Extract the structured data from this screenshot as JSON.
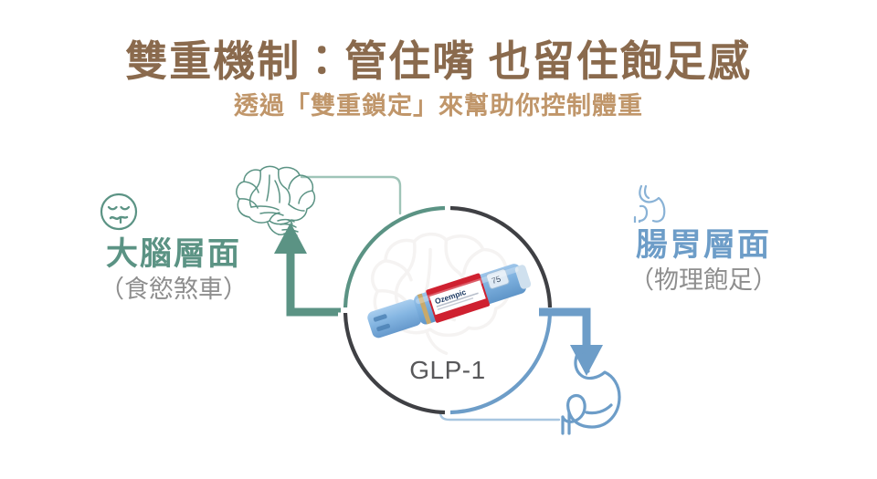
{
  "header": {
    "title": "雙重機制：管住嘴 也留住飽足感",
    "subtitle": "透過「雙重鎖定」來幫助你控制體重"
  },
  "center": {
    "label": "GLP-1",
    "product_name": "Ozempic",
    "product_dose": "75"
  },
  "sides": [
    {
      "id": "brain",
      "icon_name": "nauseated-face-icon",
      "graphic_name": "brain-illustration",
      "main_label": "大腦層面",
      "sub_label": "（食慾煞車）",
      "color": "#5b9384"
    },
    {
      "id": "gut",
      "icon_name": "stomach-icon",
      "graphic_name": "stomach-illustration",
      "main_label": "腸胃層面",
      "sub_label": "（物理飽足）",
      "color": "#6d9dc8"
    }
  ],
  "colors": {
    "title": "#8a6a4d",
    "subtitle": "#c0966a",
    "teal": "#5b9384",
    "blue": "#6d9dc8",
    "dark_arc": "#3f4044",
    "sub_text": "#8e8e8e",
    "background": "#ffffff"
  }
}
